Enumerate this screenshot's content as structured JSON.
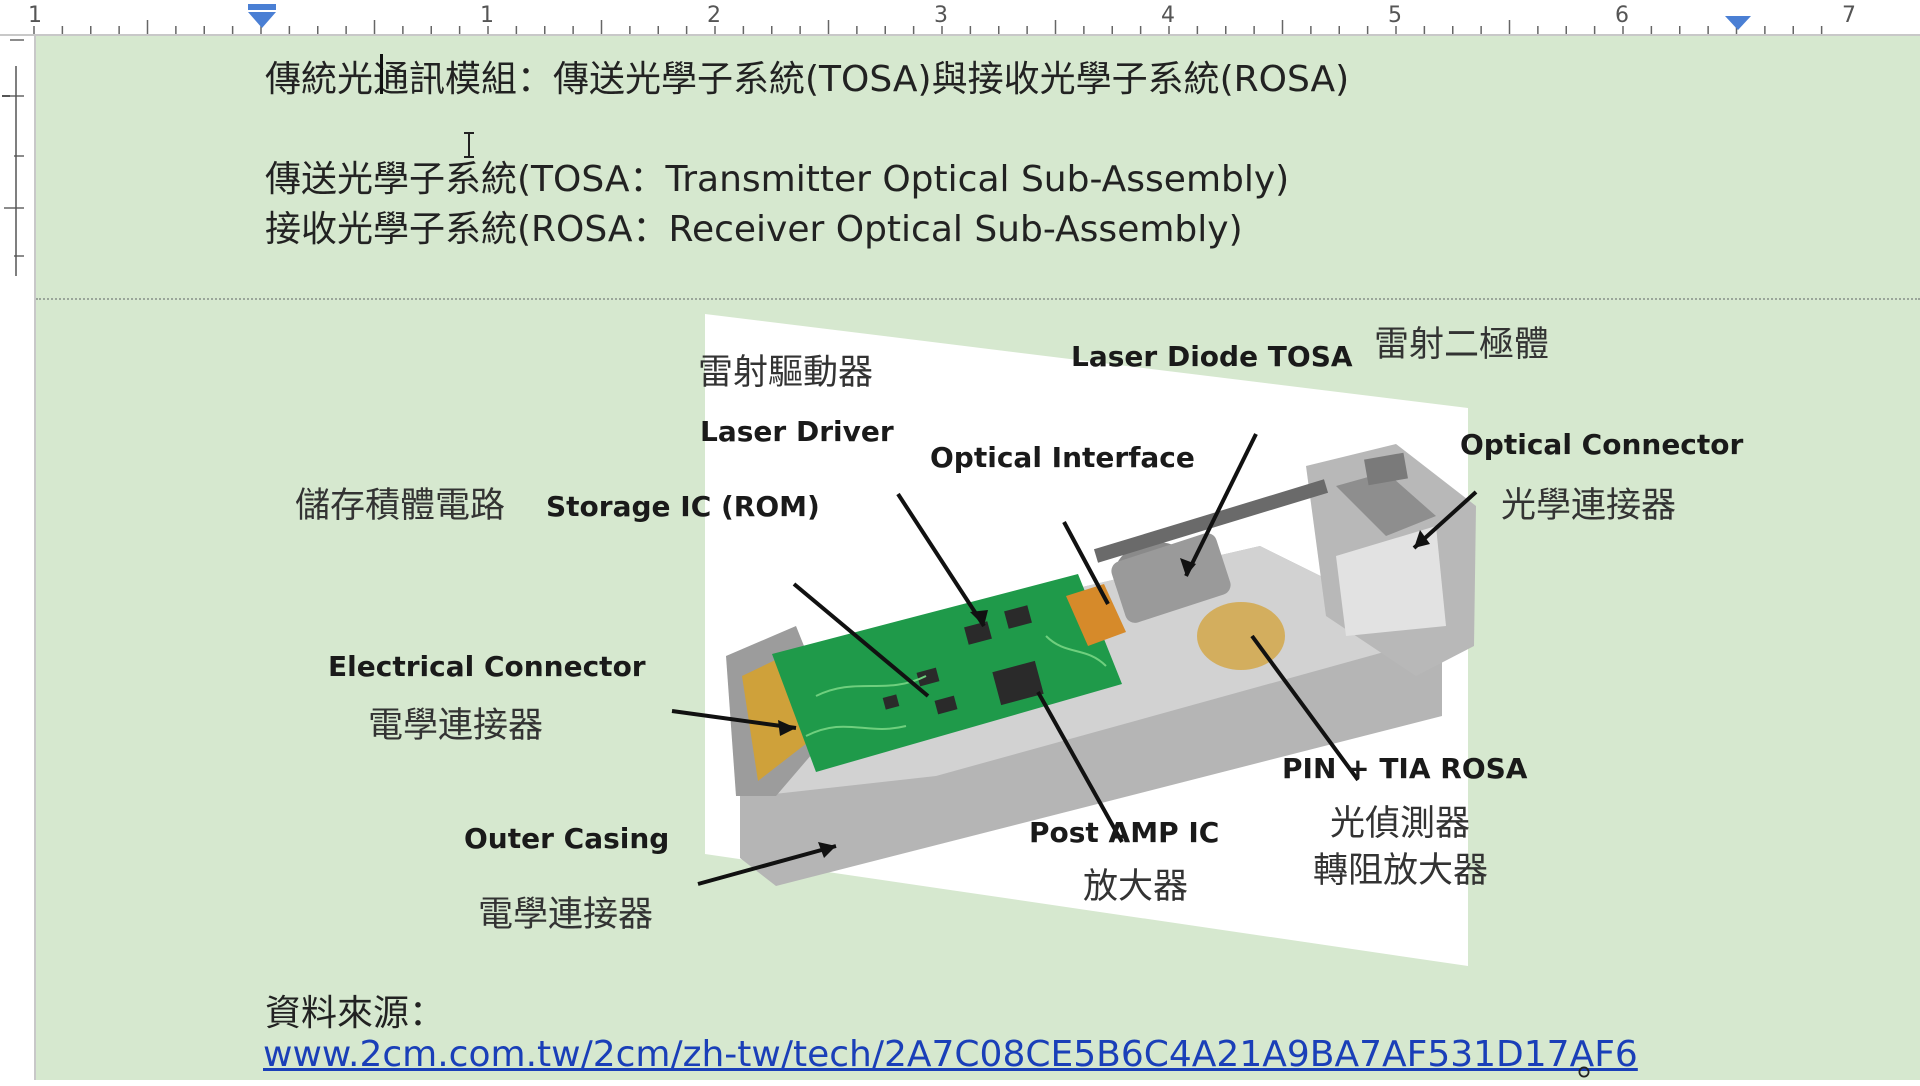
{
  "ruler": {
    "numbers": [
      "1",
      "1",
      "2",
      "3",
      "4",
      "5",
      "6",
      "7"
    ],
    "first_indent_color": "#4a7fd4",
    "right_indent_color": "#4a7fd4"
  },
  "document": {
    "line1": "傳統光通訊模組：傳送光學子系統(TOSA)與接收光學子系統(ROSA)",
    "line2": "傳送光學子系統(TOSA：Transmitter Optical Sub-Assembly)",
    "line3": "接收光學子系統(ROSA：Receiver Optical Sub-Assembly)",
    "source_label": "資料來源：",
    "source_link": "www.2cm.com.tw/2cm/zh-tw/tech/2A7C08CE5B6C4A21A9BA7AF531D17AF6",
    "source_end": "。"
  },
  "figure": {
    "laser_driver_zh": "雷射驅動器",
    "laser_driver_en": "Laser Driver",
    "laser_diode_en": "Laser Diode TOSA",
    "laser_diode_zh": "雷射二極體",
    "optical_interface_en": "Optical Interface",
    "optical_connector_en": "Optical Connector",
    "optical_connector_zh": "光學連接器",
    "storage_zh": "儲存積體電路",
    "storage_en": "Storage IC (ROM)",
    "electrical_connector_en": "Electrical Connector",
    "electrical_connector_zh": "電學連接器",
    "pin_tia_en": "PIN + TIA ROSA",
    "pin_tia_zh_1": "光偵測器",
    "pin_tia_zh_2": "轉阻放大器",
    "post_amp_en": "Post AMP IC",
    "post_amp_zh": "放大器",
    "outer_casing_en": "Outer Casing",
    "outer_casing_zh": "電學連接器"
  },
  "colors": {
    "page_background": "#d6e8cf",
    "link": "#1a3fb8",
    "pcb": "#1f9a4a",
    "metal": "#c9c9c9"
  }
}
